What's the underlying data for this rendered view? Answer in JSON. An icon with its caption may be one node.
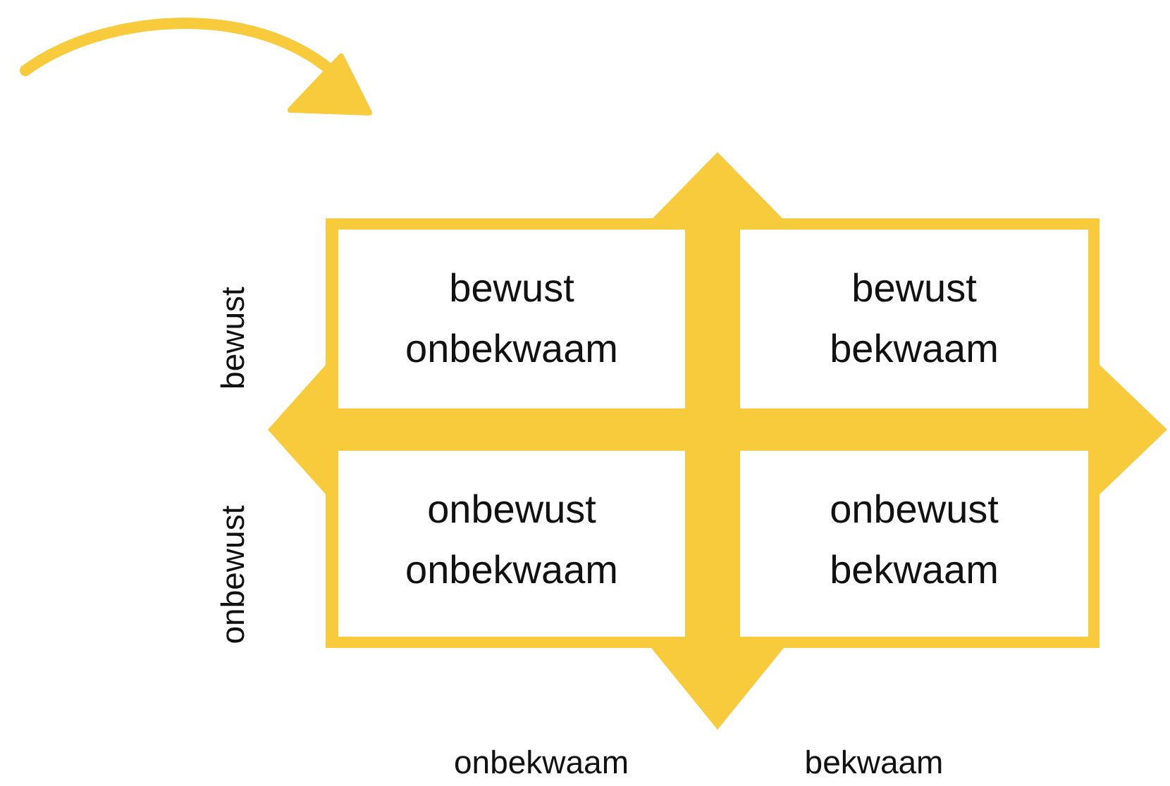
{
  "diagram": {
    "nodes": [
      {
        "text": [
          "bewust onbekwaam"
        ]
      },
      {
        "text": [
          "bewust bekwaam"
        ]
      },
      {
        "text": [
          "onbewust onbekwaam"
        ]
      },
      {
        "text": [
          "onbewust bekwaam"
        ]
      }
    ],
    "labels": [
      "bewust",
      "onbewust",
      "onbekwaam",
      "bekwaam"
    ]
  }
}
